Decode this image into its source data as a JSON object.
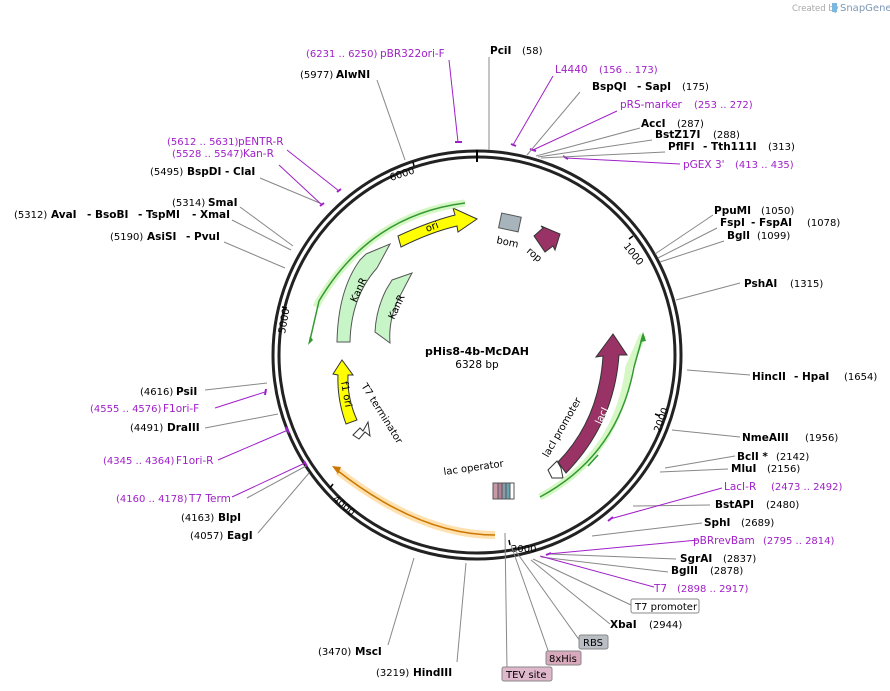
{
  "credit": {
    "created_by": "Created by",
    "brand": "SnapGene"
  },
  "plasmid": {
    "name": "pHis8-4b-McDAH",
    "size": "6328 bp"
  },
  "ticks": [
    "1000",
    "2000",
    "3000",
    "4000",
    "5000",
    "6000"
  ],
  "sites": {
    "pbr322ori_f": {
      "range": "(6231 .. 6250)",
      "name": "pBR322ori-F"
    },
    "alwni": {
      "pos": "(5977)",
      "name": "AlwNI"
    },
    "pcii": {
      "name": "PciI",
      "pos": "(58)"
    },
    "l4440": {
      "name": "L4440",
      "range": "(156 .. 173)"
    },
    "bspqi": {
      "name": "BspQI",
      "name2": "- SapI",
      "pos": "(175)"
    },
    "prs_marker": {
      "name": "pRS-marker",
      "range": "(253 .. 272)"
    },
    "acci": {
      "name": "AccI",
      "pos": "(287)"
    },
    "bstz17i": {
      "name": "BstZ17I",
      "pos": "(288)"
    },
    "pflfi": {
      "name": "PflFI",
      "name2": "- Tth111I",
      "pos": "(313)"
    },
    "pgex3": {
      "name": "pGEX 3'",
      "range": "(413 .. 435)"
    },
    "pentr_r": {
      "range": "(5612 .. 5631)",
      "name": "pENTR-R"
    },
    "kan_r": {
      "range": "(5528 .. 5547)",
      "name": "Kan-R"
    },
    "bspdi": {
      "pos": "(5495)",
      "name": "BspDI",
      "name2": "- ClaI"
    },
    "smai": {
      "pos": "(5314)",
      "name": "SmaI"
    },
    "avai": {
      "pos": "(5312)",
      "name": "AvaI",
      "name2": "- BsoBI",
      "name3": "- TspMI",
      "name4": "- XmaI"
    },
    "asisi": {
      "pos": "(5190)",
      "name": "AsiSI",
      "name2": "- PvuI"
    },
    "ppumi": {
      "name": "PpuMI",
      "pos": "(1050)"
    },
    "fspi": {
      "name": "FspI",
      "name2": "- FspAI",
      "pos": "(1078)"
    },
    "bgli": {
      "name": "BglI",
      "pos": "(1099)"
    },
    "pshai": {
      "name": "PshAI",
      "pos": "(1315)"
    },
    "hincii": {
      "name": "HincII",
      "name2": "- HpaI",
      "pos": "(1654)"
    },
    "nmeaiii": {
      "name": "NmeAIII",
      "pos": "(1956)"
    },
    "bcli": {
      "name": "BclI *",
      "pos": "(2142)"
    },
    "mlui": {
      "name": "MluI",
      "pos": "(2156)"
    },
    "laci_r": {
      "name": "LacI-R",
      "range": "(2473 .. 2492)"
    },
    "bstapi": {
      "name": "BstAPI",
      "pos": "(2480)"
    },
    "sphi": {
      "name": "SphI",
      "pos": "(2689)"
    },
    "pbrrevbam": {
      "name": "pBRrevBam",
      "range": "(2795 .. 2814)"
    },
    "sgrai": {
      "name": "SgrAI",
      "pos": "(2837)"
    },
    "bglii": {
      "name": "BglII",
      "pos": "(2878)"
    },
    "t7": {
      "name": "T7",
      "range": "(2898 .. 2917)"
    },
    "t7_promoter": {
      "name": "T7 promoter"
    },
    "xbai": {
      "name": "XbaI",
      "pos": "(2944)"
    },
    "rbs": {
      "name": "RBS"
    },
    "his8": {
      "name": "8xHis"
    },
    "tev": {
      "name": "TEV site"
    },
    "psii": {
      "pos": "(4616)",
      "name": "PsiI"
    },
    "f1ori_f": {
      "range": "(4555 .. 4576)",
      "name": "F1ori-F"
    },
    "draiii": {
      "pos": "(4491)",
      "name": "DraIII"
    },
    "f1ori_r": {
      "range": "(4345 .. 4364)",
      "name": "F1ori-R"
    },
    "t7_term": {
      "range": "(4160 .. 4178)",
      "name": "T7 Term"
    },
    "blpi": {
      "pos": "(4163)",
      "name": "BlpI"
    },
    "eagi": {
      "pos": "(4057)",
      "name": "EagI"
    },
    "msci": {
      "pos": "(3470)",
      "name": "MscI"
    },
    "hindiii": {
      "pos": "(3219)",
      "name": "HindIII"
    }
  },
  "features": {
    "ori": "ori",
    "bom": "bom",
    "rop": "rop",
    "kanr_outer": "KanR",
    "kanr_inner": "KanR",
    "f1_ori": "f1 ori",
    "t7_terminator": "T7 terminator",
    "laci": "lacI",
    "laci_promoter": "lacI promoter",
    "lac_operator": "lac operator"
  },
  "colors": {
    "primer": "#a020c8",
    "ori": "#ffff00",
    "kanr": "#c8f5c8",
    "f1ori": "#ffff00",
    "laci": "#993366",
    "rop": "#993366",
    "bom": "#a8b4bc",
    "orf_green": "#339933",
    "orf_orange": "#cc7700"
  }
}
